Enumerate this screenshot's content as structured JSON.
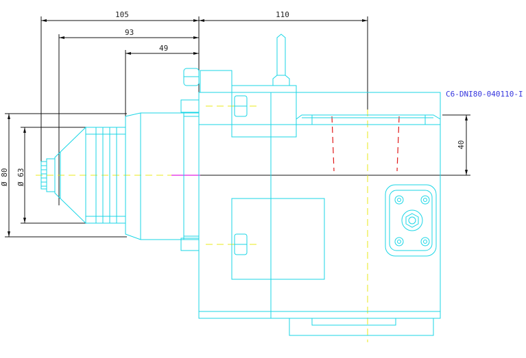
{
  "drawing": {
    "part_code": "C6-DNI80-040110-I",
    "dimensions": {
      "d105": "105",
      "d110": "110",
      "d93": "93",
      "d49": "49",
      "d40": "40",
      "dia80": "Ø 80",
      "dia63": "Ø 63"
    }
  },
  "colors": {
    "outline": "#19d6e6",
    "dimension": "#111111",
    "centerline": "#e8e81a",
    "hidden": "#e01818",
    "axis_marker": "#e01ee0",
    "label": "#3333dd"
  }
}
